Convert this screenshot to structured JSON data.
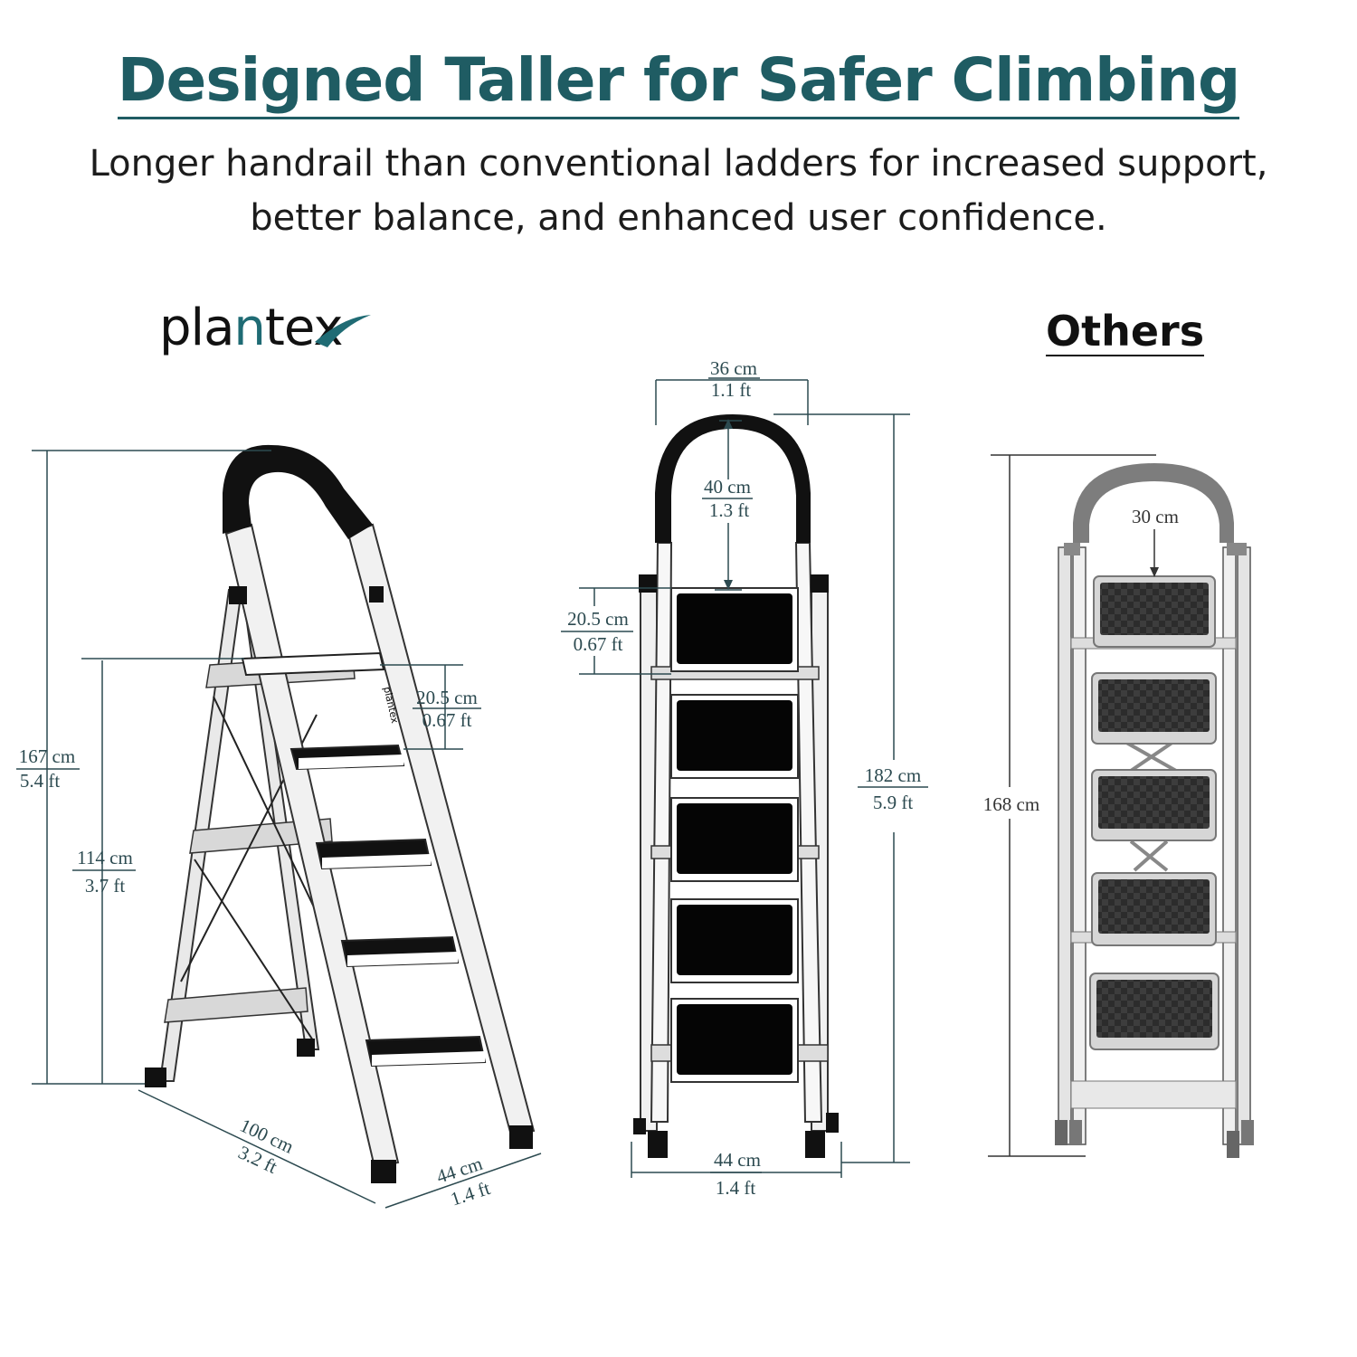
{
  "headline": "Designed Taller for Safer Climbing",
  "subtitle": {
    "line1": "Longer handrail than conventional ladders for increased support,",
    "line2": "better balance, and enhanced user confidence."
  },
  "brand": {
    "part1": "pla",
    "part2": "n",
    "part3": "te",
    "part4": "x"
  },
  "rail_label": "plantex",
  "others_label": "Others",
  "plantex_side": {
    "total_height": {
      "cm": "167 cm",
      "ft": "5.4 ft"
    },
    "platform_height": {
      "cm": "114 cm",
      "ft": "3.7 ft"
    },
    "step_gap": {
      "cm": "20.5 cm",
      "ft": "0.67 ft"
    },
    "depth": {
      "cm": "100 cm",
      "ft": "3.2 ft"
    },
    "base_width": {
      "cm": "44 cm",
      "ft": "1.4 ft"
    }
  },
  "plantex_front": {
    "top_width": {
      "cm": "36 cm",
      "ft": "1.1 ft"
    },
    "handrail": {
      "cm": "40 cm",
      "ft": "1.3 ft"
    },
    "step_gap": {
      "cm": "20.5 cm",
      "ft": "0.67 ft"
    },
    "total_height": {
      "cm": "182 cm",
      "ft": "5.9 ft"
    },
    "base_width": {
      "cm": "44 cm",
      "ft": "1.4 ft"
    }
  },
  "others_front": {
    "handrail": "30 cm",
    "total_height": "168 cm"
  },
  "colors": {
    "accent": "#1f5c63",
    "text": "#1c1c1c"
  }
}
